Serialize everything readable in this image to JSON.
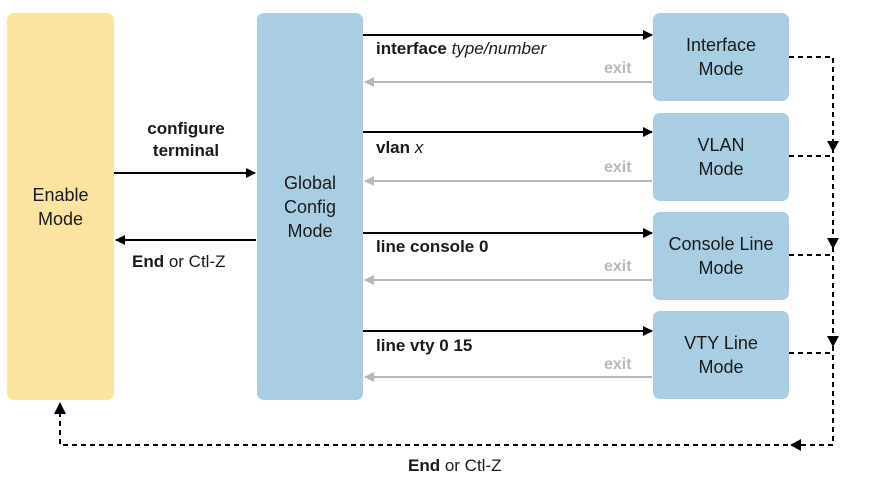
{
  "enable_mode": {
    "line1": "Enable",
    "line2": "Mode"
  },
  "global_mode": {
    "line1": "Global",
    "line2": "Config",
    "line3": "Mode"
  },
  "configure_cmd": {
    "line1": "configure",
    "line2": "terminal"
  },
  "end_cmd": {
    "bold": "End",
    "rest": " or Ctl-Z"
  },
  "bottom_end_cmd": {
    "bold": "End",
    "rest": " or Ctl-Z"
  },
  "exit_label": "exit",
  "submodes": [
    {
      "line1": "Interface",
      "line2": "Mode",
      "cmd_bold": "interface",
      "cmd_italic": "type/number"
    },
    {
      "line1": "VLAN",
      "line2": "Mode",
      "cmd_bold": "vlan",
      "cmd_italic": "x"
    },
    {
      "line1": "Console Line",
      "line2": "Mode",
      "cmd_bold": "line console 0",
      "cmd_italic": ""
    },
    {
      "line1": "VTY Line",
      "line2": "Mode",
      "cmd_bold": "line vty 0 15",
      "cmd_italic": ""
    }
  ],
  "colors": {
    "enable": "#fbe3a2",
    "mode": "#a9cde3",
    "exit_arrow": "#b8b8b8",
    "arrow": "#000000"
  }
}
